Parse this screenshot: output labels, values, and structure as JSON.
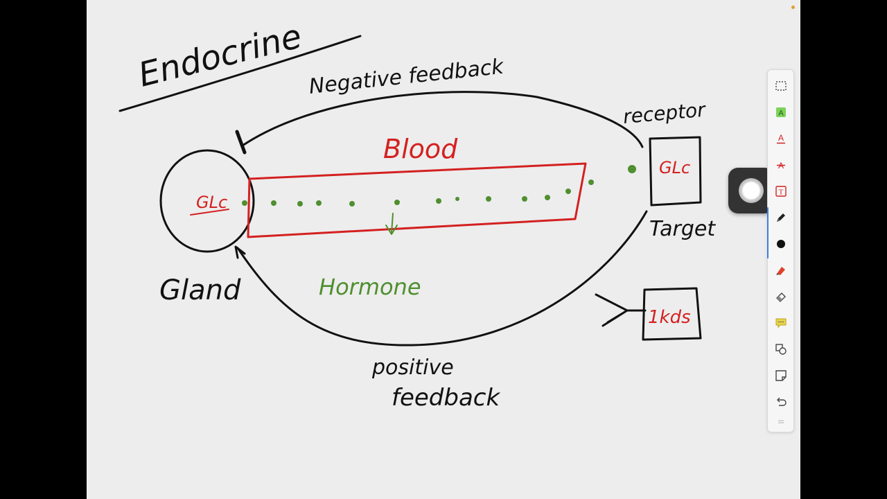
{
  "board": {
    "title": "Endocrine",
    "labels": {
      "negative_feedback": "Negative feedback",
      "receptor": "receptor",
      "blood": "Blood",
      "gland": "Gland",
      "gland_inner": "GLc",
      "hormone": "Hormone",
      "target": "Target",
      "target_inner": "GLc",
      "positive_feedback_line1": "positive",
      "positive_feedback_line2": "feedback",
      "box_inner": "1kds"
    },
    "colors": {
      "ink_black": "#111111",
      "ink_red": "#d42020",
      "ink_green": "#4f8f2f",
      "background": "#ededed"
    }
  },
  "toolbar": {
    "tools": [
      {
        "name": "marquee-select",
        "icon": "dashed-rectangle-icon"
      },
      {
        "name": "highlighter",
        "icon": "highlight-text-icon"
      },
      {
        "name": "underline",
        "icon": "underline-text-icon"
      },
      {
        "name": "strikethrough",
        "icon": "strikethrough-text-icon"
      },
      {
        "name": "text-box",
        "icon": "text-box-icon"
      },
      {
        "name": "pen",
        "icon": "pen-icon"
      },
      {
        "name": "color",
        "icon": "color-dot-icon"
      },
      {
        "name": "highlighter-pen",
        "icon": "highlighter-pen-icon"
      },
      {
        "name": "eraser",
        "icon": "eraser-icon"
      },
      {
        "name": "comment",
        "icon": "comment-icon"
      },
      {
        "name": "shapes",
        "icon": "shapes-icon"
      },
      {
        "name": "sticky-note",
        "icon": "sticky-note-icon"
      },
      {
        "name": "undo",
        "icon": "undo-icon"
      }
    ]
  }
}
